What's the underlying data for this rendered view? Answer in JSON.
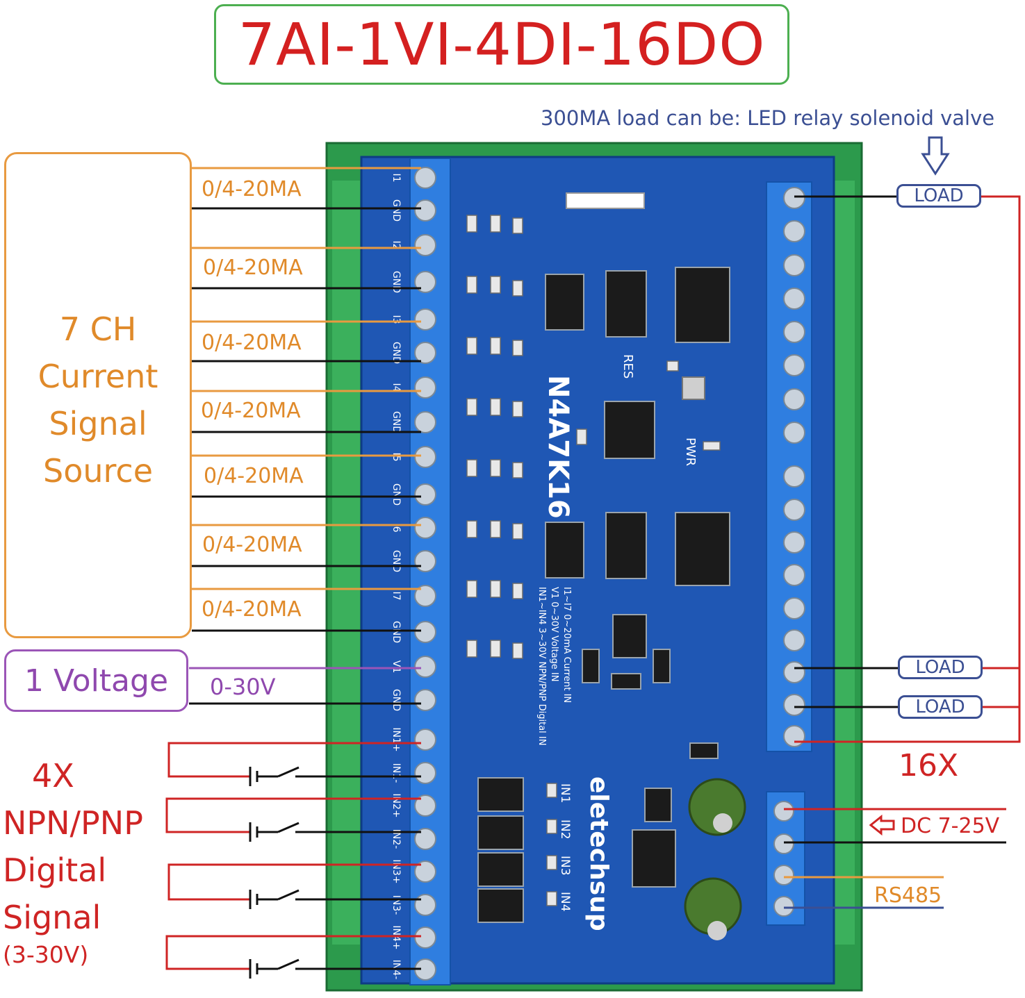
{
  "title": "7AI-1VI-4DI-16DO",
  "load_note": "300MA load can be: LED relay solenoid valve",
  "current_source": {
    "line1": "7 CH",
    "line2": "Current",
    "line3": "Signal",
    "line4": "Source"
  },
  "current_channels": [
    "0/4-20MA",
    "0/4-20MA",
    "0/4-20MA",
    "0/4-20MA",
    "0/4-20MA",
    "0/4-20MA",
    "0/4-20MA"
  ],
  "voltage": {
    "label": "1 Voltage",
    "range": "0-30V"
  },
  "digital": {
    "line1": "4X",
    "line2": "NPN/PNP",
    "line3": "Digital",
    "line4": "Signal",
    "line5": "(3-30V)"
  },
  "loads": [
    "LOAD",
    "LOAD",
    "LOAD"
  ],
  "outputs_count": "16X",
  "power": "DC 7-25V",
  "comm": "RS485",
  "board": {
    "model": "N4A7K16",
    "brand": "eletechsup",
    "spec1": "I1~I7 0~20mA Current IN",
    "spec2": "V1 0~30V Voltage IN",
    "spec3": "IN1~IN4 3~30V NPN/PNP Digital IN",
    "res": "RES",
    "pwr": "PWR",
    "left_terms": [
      "I1",
      "GND",
      "I2",
      "GND",
      "I3",
      "GND",
      "I4",
      "GND",
      "I5",
      "GND",
      "I6",
      "GND",
      "I7",
      "GND",
      "V1",
      "GND",
      "IN1+",
      "IN1-",
      "IN2+",
      "IN2-",
      "IN3+",
      "IN3-",
      "IN4+",
      "IN4-"
    ],
    "inputs": [
      "IN1",
      "IN2",
      "IN3",
      "IN4"
    ]
  },
  "colors": {
    "title": "#d42020",
    "orange": "#e08a2a",
    "purple": "#8f48ae",
    "red": "#cf2424",
    "navy": "#3b4f93",
    "board": "#1f57b4",
    "rail": "#2c9a4c"
  }
}
